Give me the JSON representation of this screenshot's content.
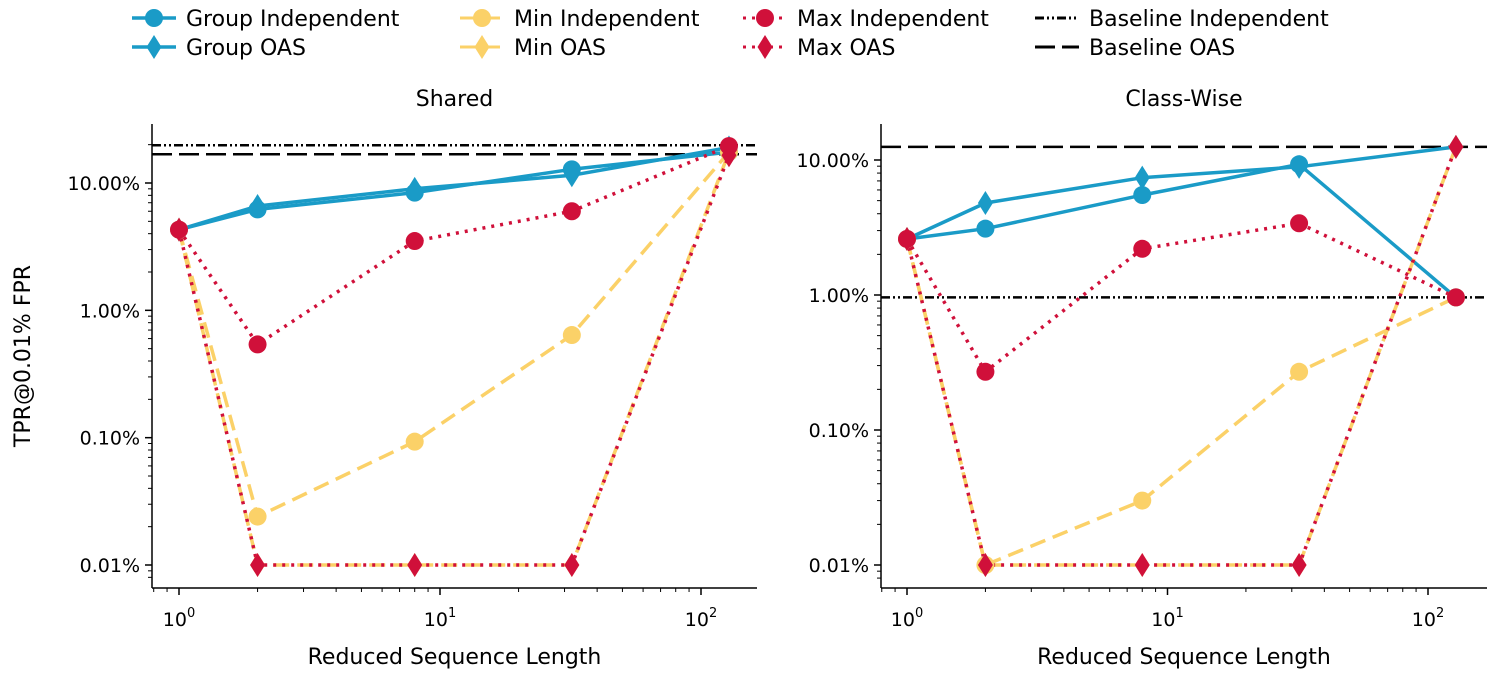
{
  "chart_data": [
    {
      "type": "line",
      "title": "Shared",
      "xlabel": "Reduced Sequence Length",
      "ylabel": "TPR@0.01% FPR",
      "xscale": "log",
      "yscale": "log",
      "xlim": [
        0.8,
        150
      ],
      "ylim": [
        0.0075,
        28
      ],
      "xticks": [
        1,
        10,
        100
      ],
      "xtick_labels": [
        {
          "base": "10",
          "exp": "0"
        },
        {
          "base": "10",
          "exp": "1"
        },
        {
          "base": "10",
          "exp": "2"
        }
      ],
      "yticks": [
        0.01,
        0.1,
        1,
        10
      ],
      "ytick_labels": [
        "0.01%",
        "0.10%",
        "1.00%",
        "10.00%"
      ],
      "x": [
        1,
        2,
        8,
        32,
        128
      ],
      "series": [
        {
          "name": "Group Independent",
          "color": "#1a9bc7",
          "linestyle": "solid",
          "marker": "circle",
          "values": [
            4.3,
            6.2,
            8.4,
            12.8,
            17.5
          ]
        },
        {
          "name": "Group OAS",
          "color": "#1a9bc7",
          "linestyle": "solid",
          "marker": "diamond",
          "values": [
            4.3,
            6.6,
            9.0,
            11.5,
            19.0
          ]
        },
        {
          "name": "Min Independent",
          "color": "#fbd168",
          "linestyle": "dashed",
          "marker": "circle",
          "values": [
            4.3,
            0.024,
            0.093,
            0.64,
            17.5
          ]
        },
        {
          "name": "Min OAS",
          "color": "#fbd168",
          "linestyle": "dashed",
          "marker": "diamond",
          "values": [
            4.3,
            0.01,
            0.01,
            0.01,
            17.5
          ]
        },
        {
          "name": "Max Independent",
          "color": "#d0103a",
          "linestyle": "dotted",
          "marker": "circle",
          "values": [
            4.3,
            0.54,
            3.5,
            6.0,
            19.5
          ]
        },
        {
          "name": "Max OAS",
          "color": "#d0103a",
          "linestyle": "dotted",
          "marker": "diamond",
          "values": [
            4.3,
            0.01,
            0.01,
            0.01,
            16.5
          ]
        }
      ],
      "baselines": [
        {
          "name": "Baseline Independent",
          "value": 19.8,
          "linestyle": "dashdotdot",
          "color": "#000000"
        },
        {
          "name": "Baseline OAS",
          "value": 16.8,
          "linestyle": "longdash",
          "color": "#000000"
        }
      ]
    },
    {
      "type": "line",
      "title": "Class-Wise",
      "xlabel": "Reduced Sequence Length",
      "ylabel": "",
      "xscale": "log",
      "yscale": "log",
      "xlim": [
        0.8,
        150
      ],
      "ylim": [
        0.0075,
        18
      ],
      "xticks": [
        1,
        10,
        100
      ],
      "xtick_labels": [
        {
          "base": "10",
          "exp": "0"
        },
        {
          "base": "10",
          "exp": "1"
        },
        {
          "base": "10",
          "exp": "2"
        }
      ],
      "yticks": [
        0.01,
        0.1,
        1,
        10
      ],
      "ytick_labels": [
        "0.01%",
        "0.10%",
        "1.00%",
        "10.00%"
      ],
      "x": [
        1,
        2,
        8,
        32,
        128
      ],
      "series": [
        {
          "name": "Group Independent",
          "color": "#1a9bc7",
          "linestyle": "solid",
          "marker": "circle",
          "values": [
            2.6,
            3.1,
            5.5,
            9.3,
            0.96
          ]
        },
        {
          "name": "Group OAS",
          "color": "#1a9bc7",
          "linestyle": "solid",
          "marker": "diamond",
          "values": [
            2.6,
            4.8,
            7.4,
            8.9,
            12.5
          ]
        },
        {
          "name": "Min Independent",
          "color": "#fbd168",
          "linestyle": "dashed",
          "marker": "circle",
          "values": [
            2.6,
            0.01,
            0.03,
            0.27,
            0.96
          ]
        },
        {
          "name": "Min OAS",
          "color": "#fbd168",
          "linestyle": "dashed",
          "marker": "diamond",
          "values": [
            2.6,
            0.01,
            0.01,
            0.01,
            12.5
          ]
        },
        {
          "name": "Max Independent",
          "color": "#d0103a",
          "linestyle": "dotted",
          "marker": "circle",
          "values": [
            2.6,
            0.27,
            2.2,
            3.4,
            0.96
          ]
        },
        {
          "name": "Max OAS",
          "color": "#d0103a",
          "linestyle": "dotted",
          "marker": "diamond",
          "values": [
            2.6,
            0.01,
            0.01,
            0.01,
            12.5
          ]
        }
      ],
      "baselines": [
        {
          "name": "Baseline Independent",
          "value": 0.96,
          "linestyle": "dashdotdot",
          "color": "#000000"
        },
        {
          "name": "Baseline OAS",
          "value": 12.5,
          "linestyle": "longdash",
          "color": "#000000"
        }
      ]
    }
  ],
  "legend": {
    "placement": "top",
    "entries": [
      {
        "label": "Group Independent",
        "color": "#1a9bc7",
        "linestyle": "solid",
        "marker": "circle"
      },
      {
        "label": "Group OAS",
        "color": "#1a9bc7",
        "linestyle": "solid",
        "marker": "diamond"
      },
      {
        "label": "Min Independent",
        "color": "#fbd168",
        "linestyle": "dashed",
        "marker": "circle"
      },
      {
        "label": "Min OAS",
        "color": "#fbd168",
        "linestyle": "dashed",
        "marker": "diamond"
      },
      {
        "label": "Max Independent",
        "color": "#d0103a",
        "linestyle": "dotted",
        "marker": "circle"
      },
      {
        "label": "Max OAS",
        "color": "#d0103a",
        "linestyle": "dotted",
        "marker": "diamond"
      },
      {
        "label": "Baseline Independent",
        "color": "#000000",
        "linestyle": "dashdotdot",
        "marker": "none"
      },
      {
        "label": "Baseline OAS",
        "color": "#000000",
        "linestyle": "longdash",
        "marker": "none"
      }
    ]
  }
}
